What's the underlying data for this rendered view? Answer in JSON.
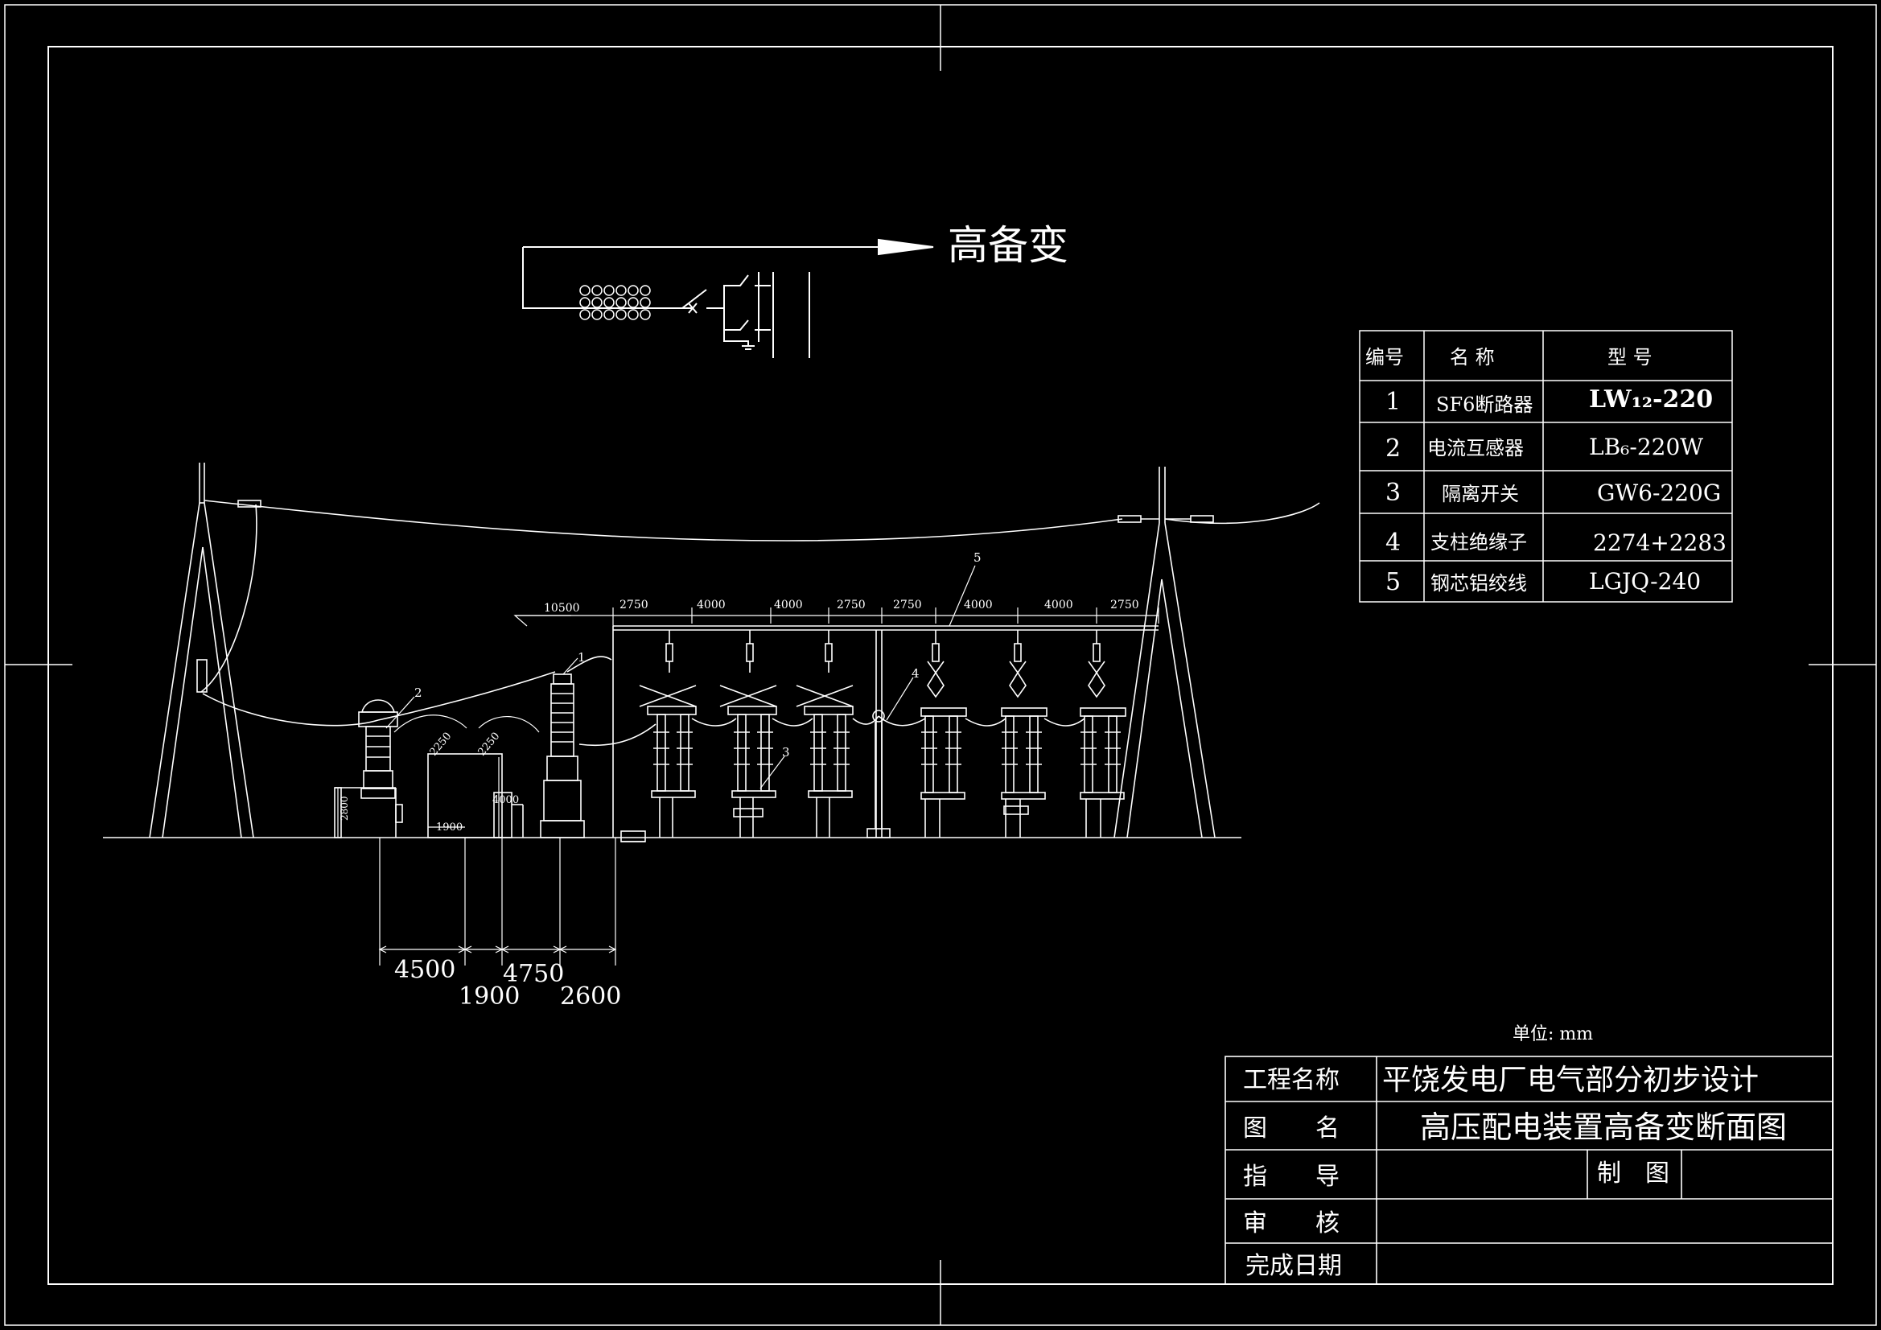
{
  "diagram": {
    "title_arrow_label": "高备变",
    "unit_label": "单位: mm",
    "span_dims": [
      "10500",
      "2750",
      "4000",
      "4000",
      "2750",
      "2750",
      "4000",
      "4000",
      "2750"
    ],
    "left_small_dims": {
      "h2800": "2800",
      "w1900": "1900",
      "h4000": "4000",
      "d2250a": "2250",
      "d2250b": "2250"
    },
    "bottom_dims": {
      "d4500": "4500",
      "d1900": "1900",
      "d4750": "4750",
      "d2600": "2600"
    },
    "callouts": {
      "c1": "1",
      "c2": "2",
      "c3": "3",
      "c4": "4",
      "c5": "5"
    }
  },
  "equipment_table": {
    "headers": [
      "编号",
      "名 称",
      "型 号"
    ],
    "rows": [
      {
        "no": "1",
        "name": "SF6断路器",
        "model": "LW₁₂-220"
      },
      {
        "no": "2",
        "name": "电流互感器",
        "model": "LB₆-220W"
      },
      {
        "no": "3",
        "name": "隔离开关",
        "model": "GW6-220G"
      },
      {
        "no": "4",
        "name": "支柱绝缘子",
        "model": "2274+2283"
      },
      {
        "no": "5",
        "name": "钢芯铝绞线",
        "model": "LGJQ-240"
      }
    ]
  },
  "title_block": {
    "project_label": "工程名称",
    "project_value": "平饶发电厂电气部分初步设计",
    "drawing_label": "图　　名",
    "drawing_value": "高压配电装置高备变断面图",
    "guide_label": "指　　导",
    "draw_label": "制　图",
    "review_label": "审　　核",
    "date_label": "完成日期"
  },
  "colors": {
    "background": "#000000",
    "lines": "#ffffff"
  }
}
